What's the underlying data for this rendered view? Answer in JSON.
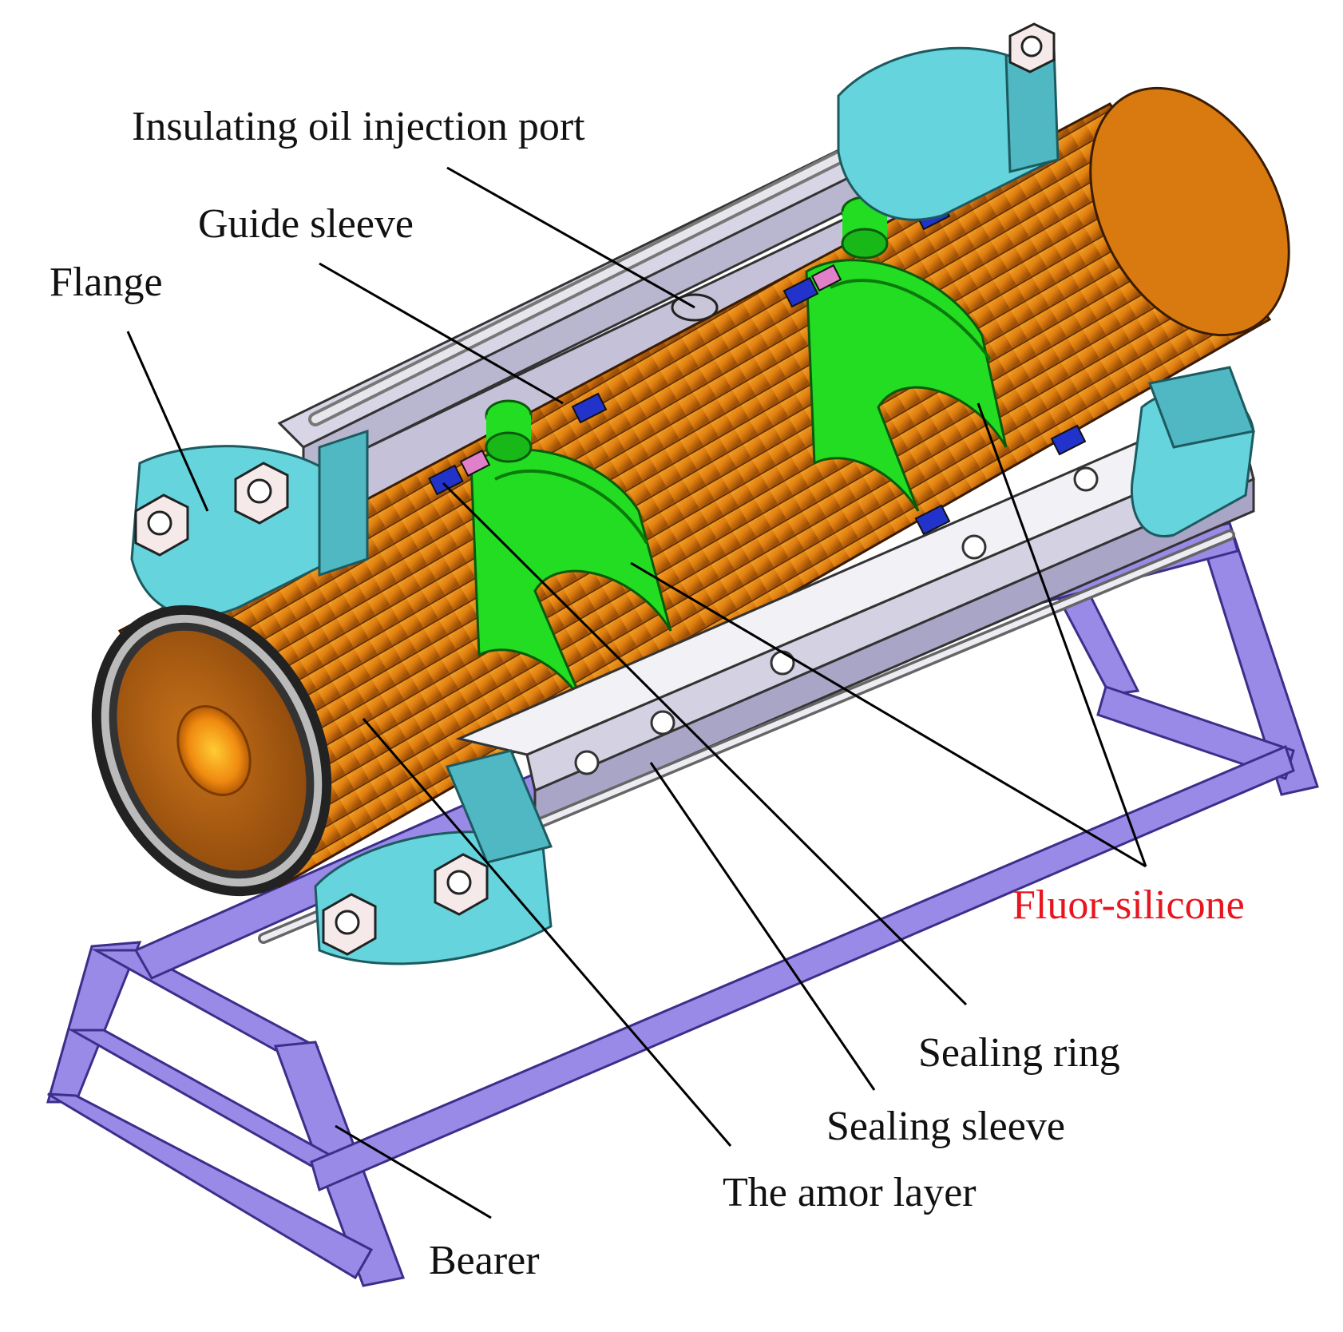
{
  "labels": {
    "oil_port": "Insulating oil injection port",
    "guide_sleeve": "Guide sleeve",
    "flange": "Flange",
    "fluor_silicone": "Fluor-silicone",
    "sealing_ring": "Sealing ring",
    "sealing_sleeve": "Sealing sleeve",
    "armor_layer": "The amor layer",
    "bearer": "Bearer"
  },
  "colors": {
    "cable_orange": "#e58a12",
    "cable_dark": "#a8560a",
    "fluor_silicone_green": "#22dd22",
    "flange_cyan": "#66d4dc",
    "bearer_purple": "#9a8ae8",
    "rail_grey": "#c9c6dc",
    "seal_blue": "#2233cc",
    "highlight_label": "#e8141e"
  }
}
